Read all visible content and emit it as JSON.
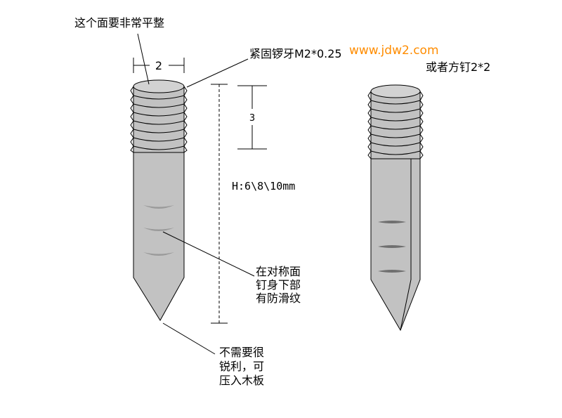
{
  "colors": {
    "watermark": "#ff8c00",
    "metal": "#c2c2c2",
    "groove": "#9a9a9a",
    "line": "#000000"
  },
  "labels": {
    "flat_top": "这个面要非常平整",
    "thread_spec": "紧固锣牙M2*0.25",
    "watermark": "www.jdw2.com",
    "alt_nail": "或者方钉2*2",
    "dim_width": "2",
    "dim_thread": "3",
    "dim_height": "H:6\\8\\10mm",
    "grooves": [
      "在对称面",
      "钉身下部",
      "有防滑纹"
    ],
    "tip": [
      "不需要很",
      "锐利，可",
      "压入木板"
    ]
  }
}
